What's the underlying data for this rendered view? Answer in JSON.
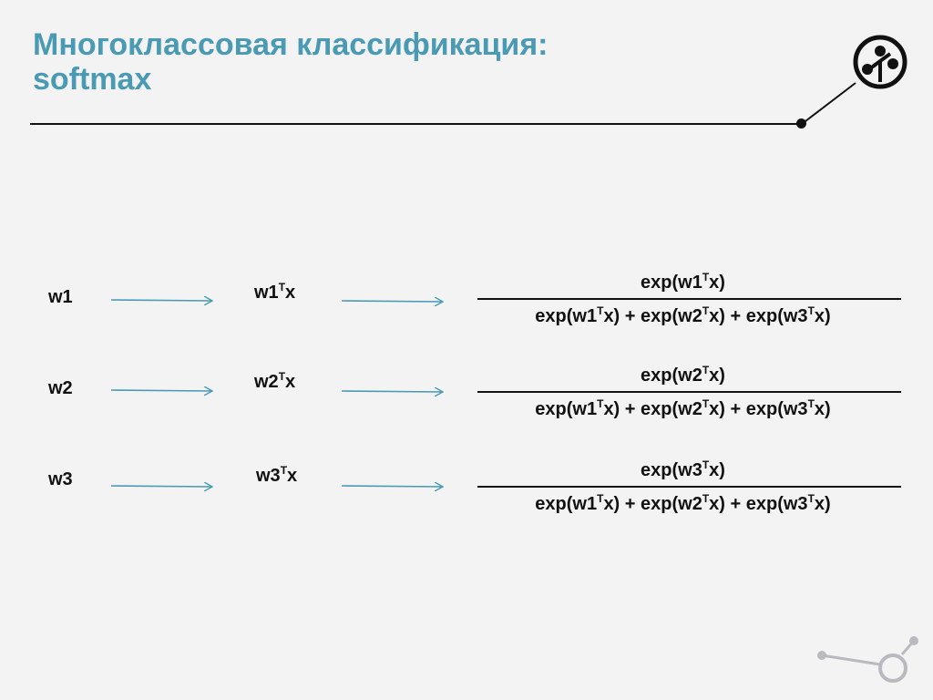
{
  "title": {
    "line1": "Многоклассовая классификация:",
    "line2": "softmax"
  },
  "rows": [
    {
      "weight": "w1",
      "dot_base": "w1",
      "dot_sup": "T",
      "dot_tail": "x",
      "numerator": {
        "base": "exp(w1",
        "sup": "T",
        "tail": "x)"
      }
    },
    {
      "weight": "w2",
      "dot_base": "w2",
      "dot_sup": "T",
      "dot_tail": "x",
      "numerator": {
        "base": "exp(w2",
        "sup": "T",
        "tail": "x)"
      }
    },
    {
      "weight": "w3",
      "dot_base": "w3",
      "dot_sup": "T",
      "dot_tail": "x",
      "numerator": {
        "base": "exp(w3",
        "sup": "T",
        "tail": "x)"
      }
    }
  ],
  "denominator": {
    "t1_base": "exp(w1",
    "t1_sup": "T",
    "t1_tail": "x) + ",
    "t2_base": "exp(w2",
    "t2_sup": "T",
    "t2_tail": "x) + ",
    "t3_base": "exp(w3",
    "t3_sup": "T",
    "t3_tail": "x)"
  },
  "colors": {
    "title": "#4a9ab4",
    "arrow": "#4a9ab4",
    "text": "#111111",
    "background": "#f3f3f3",
    "decoration_gray": "#b9b9bf"
  },
  "icons": {
    "logo": "tree-logo-icon",
    "arrow": "right-arrow-icon"
  }
}
